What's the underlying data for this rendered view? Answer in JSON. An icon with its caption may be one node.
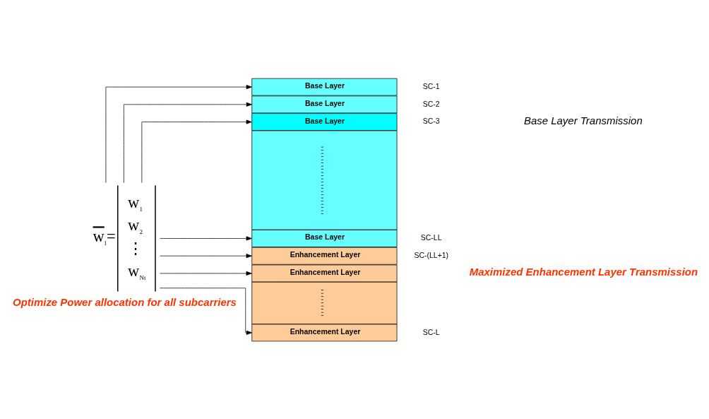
{
  "diagram": {
    "nodes": [
      {
        "text": [
          "w$_{l}$=",
          "w$_{1}$",
          "w$_{2}$",
          "⋮",
          "w$_{Nt}$"
        ]
      },
      {
        "text": [
          "Base Layer"
        ],
        "beside": [
          "SC-1"
        ]
      },
      {
        "text": [
          "Base Layer"
        ],
        "beside": [
          "SC-2"
        ]
      },
      {
        "text": [
          "Base Layer"
        ],
        "beside": [
          "SC-3"
        ]
      },
      {
        "text": [],
        "shape": "box"
      },
      {
        "text": [
          "Base Layer"
        ],
        "beside": [
          "SC-LL"
        ]
      },
      {
        "text": [
          "Enhancement Layer"
        ],
        "beside": [
          "SC-(LL+1)"
        ]
      },
      {
        "text": [
          "Enhancement Layer"
        ]
      },
      {
        "text": [],
        "shape": "box"
      },
      {
        "text": [
          "Enhancement Layer"
        ],
        "beside": [
          "SC-L"
        ]
      }
    ],
    "edges": [
      {
        "from": 0,
        "to": 1,
        "arrow": "to"
      },
      {
        "from": 0,
        "to": 2,
        "arrow": "to"
      },
      {
        "from": 0,
        "to": 3,
        "arrow": "to"
      },
      {
        "from": 0,
        "to": 5,
        "arrow": "to"
      },
      {
        "from": 0,
        "to": 6,
        "arrow": "to"
      },
      {
        "from": 0,
        "to": 7,
        "arrow": "to"
      },
      {
        "from": 0,
        "to": 9,
        "arrow": "to"
      }
    ],
    "labels": [
      "Base Layer Transmission",
      "Optimize Power allocation for all subcarriers",
      "Maximized Enhancement Layer Transmission"
    ]
  }
}
